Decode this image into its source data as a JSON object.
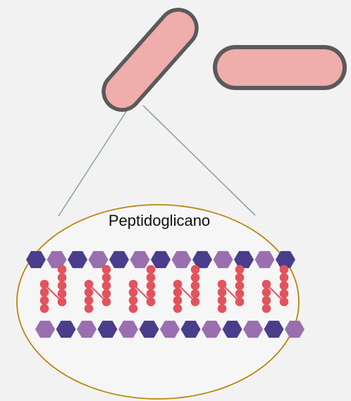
{
  "label": "Peptidoglicano",
  "colors": {
    "background": "#f2f2f2",
    "bacterium_fill": "#efadab",
    "bacterium_outline": "#5a5a5a",
    "zoom_lines": "#8aa5a8",
    "lens_outline": "#b8860b",
    "lens_fill": "#f6f6f6",
    "hexagon_dark": "#4a3d8c",
    "hexagon_light": "#9a6fb0",
    "peptide_dots": "#e2535d"
  },
  "peptide_columns": [
    {
      "left_count": 4,
      "right_count": 5
    },
    {
      "left_count": 4,
      "right_count": 5
    },
    {
      "left_count": 4,
      "right_count": 5
    },
    {
      "left_count": 4,
      "right_count": 5
    },
    {
      "left_count": 4,
      "right_count": 5
    },
    {
      "left_count": 4,
      "right_count": 5
    }
  ]
}
